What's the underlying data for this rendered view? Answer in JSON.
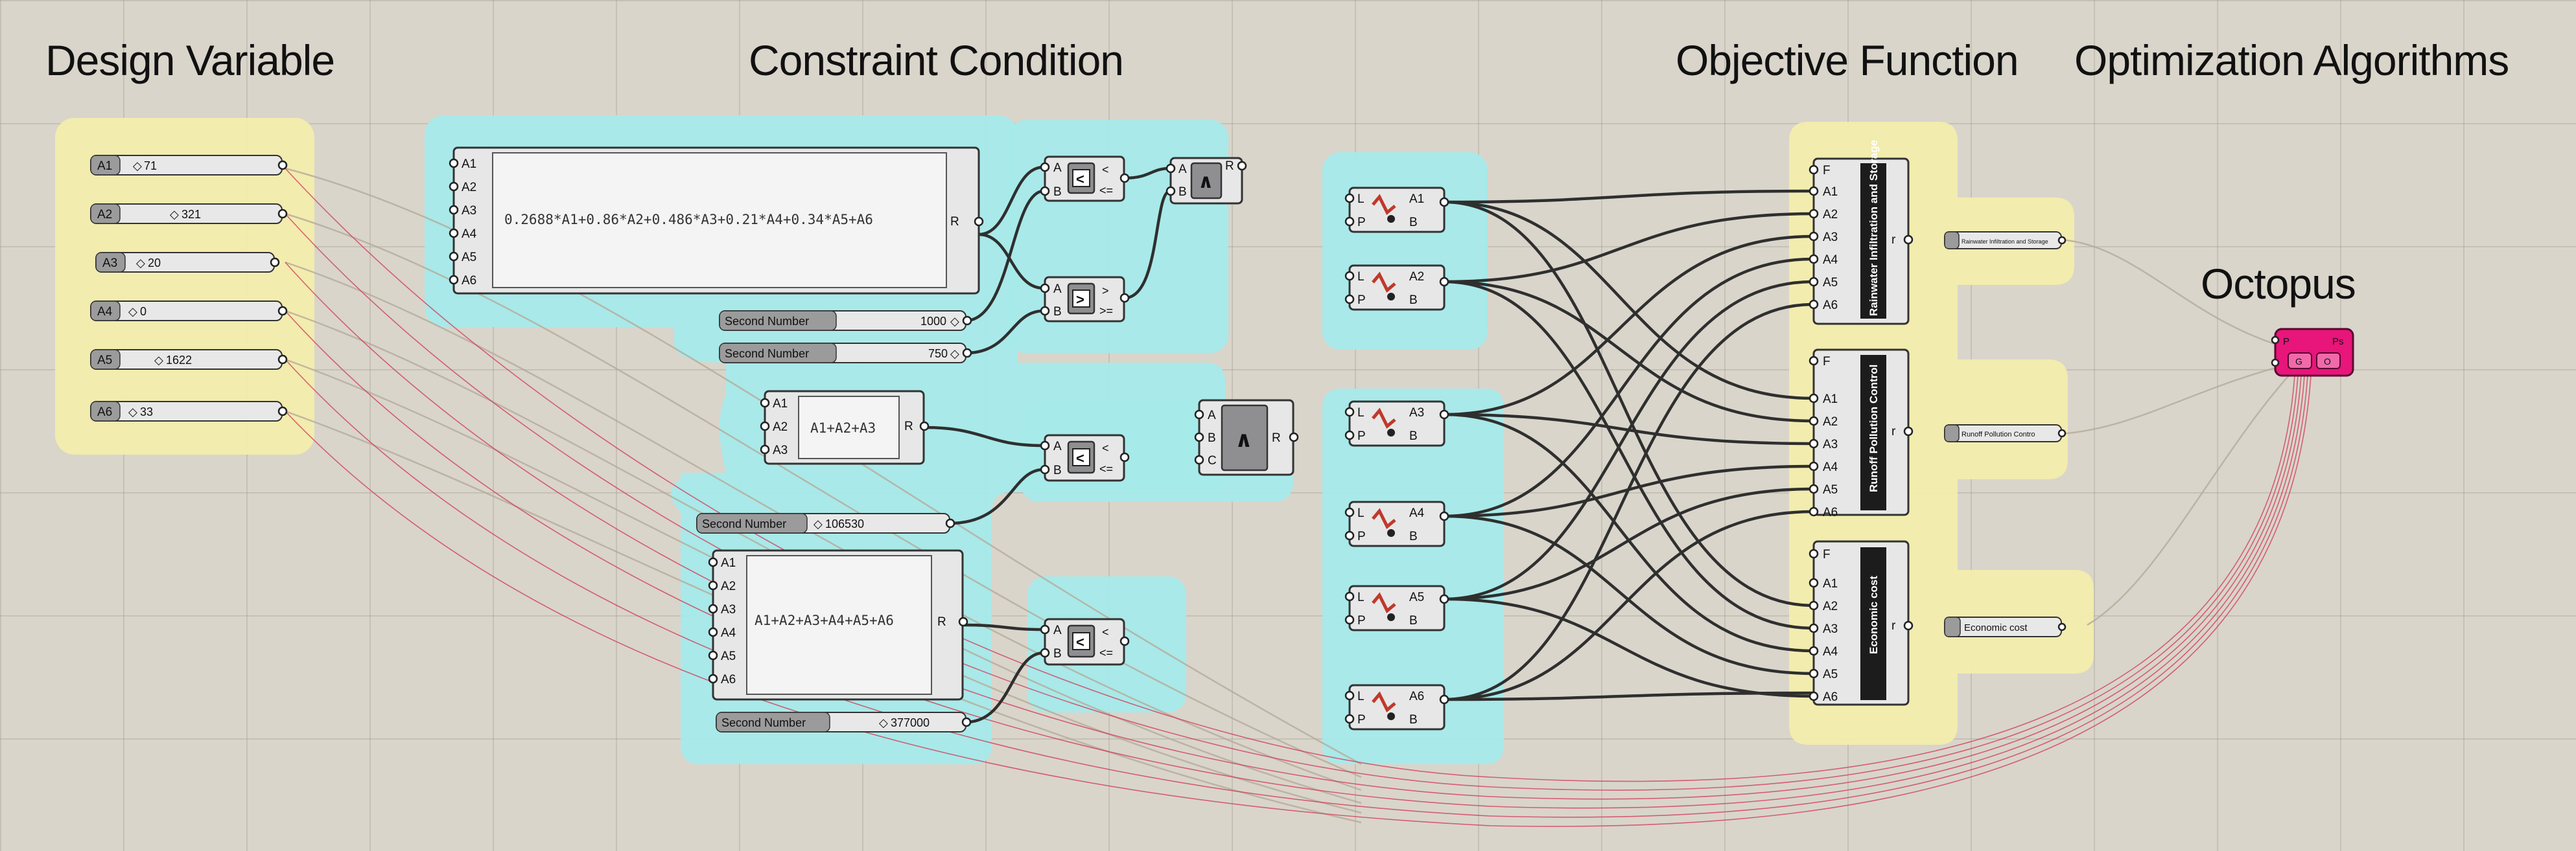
{
  "titles": {
    "design_variable": "Design Variable",
    "constraint_condition": "Constraint Condition",
    "objective_function": "Objective Function",
    "optimization_algorithms": "Optimization Algorithms",
    "octopus": "Octopus"
  },
  "sliders": [
    {
      "tag": "A1",
      "value": "71"
    },
    {
      "tag": "A2",
      "value": "321"
    },
    {
      "tag": "A3",
      "value": "20"
    },
    {
      "tag": "A4",
      "value": "0"
    },
    {
      "tag": "A5",
      "value": "1622"
    },
    {
      "tag": "A6",
      "value": "33"
    }
  ],
  "expressions": {
    "weighted": "0.2688*A1+0.86*A2+0.486*A3+0.21*A4+0.34*A5+A6",
    "sum3": "A1+A2+A3",
    "sum6": "A1+A2+A3+A4+A5+A6"
  },
  "pins": {
    "a1": "A1",
    "a2": "A2",
    "a3": "A3",
    "a4": "A4",
    "a5": "A5",
    "a6": "A6",
    "r": "R",
    "a": "A",
    "b": "B",
    "c": "C",
    "l": "L",
    "p": "P",
    "f": "F",
    "out_r": "r",
    "ps": "Ps",
    "g": "G",
    "o": "O"
  },
  "symbols": {
    "less": "<",
    "greater": ">",
    "lt": "<",
    "lte": "<=",
    "gt": ">",
    "gte": ">=",
    "and": "∧"
  },
  "second_numbers": [
    {
      "label": "Second Number",
      "value": "1000"
    },
    {
      "label": "Second Number",
      "value": "750"
    },
    {
      "label": "Second Number",
      "value": "106530"
    },
    {
      "label": "Second Number",
      "value": "377000"
    }
  ],
  "objectives": [
    {
      "name": "Rainwater Infiltration and Storage",
      "panel": "Rainwater Infiltration and Storage"
    },
    {
      "name": "Runoff Pollution Control",
      "panel": "Runoff Pollution Contro"
    },
    {
      "name": "Economic cost",
      "panel": "Economic cost"
    }
  ]
}
